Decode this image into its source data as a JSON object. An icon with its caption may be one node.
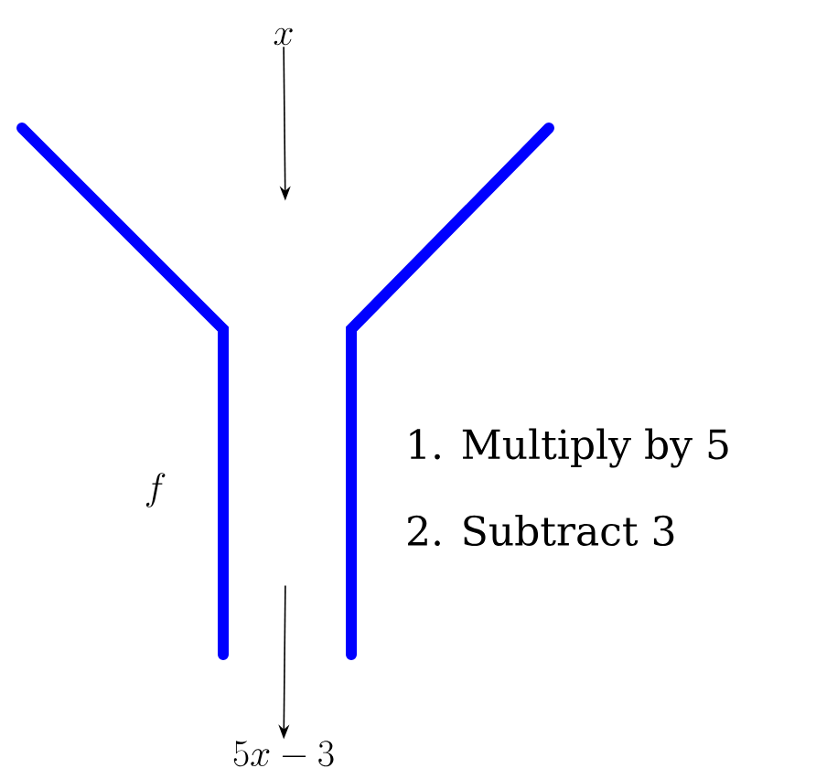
{
  "diagram": {
    "nodes": [
      {
        "text": [
          "x"
        ]
      },
      {
        "text": [
          "f"
        ]
      },
      {
        "text": [
          "5x-3"
        ]
      }
    ],
    "edges": [
      {
        "from": 0,
        "to": 1,
        "arrow": "to"
      },
      {
        "from": 1,
        "to": 2,
        "arrow": "to"
      }
    ],
    "labels": [
      "1. Multiply by 5",
      "2. Subtract 3"
    ]
  }
}
